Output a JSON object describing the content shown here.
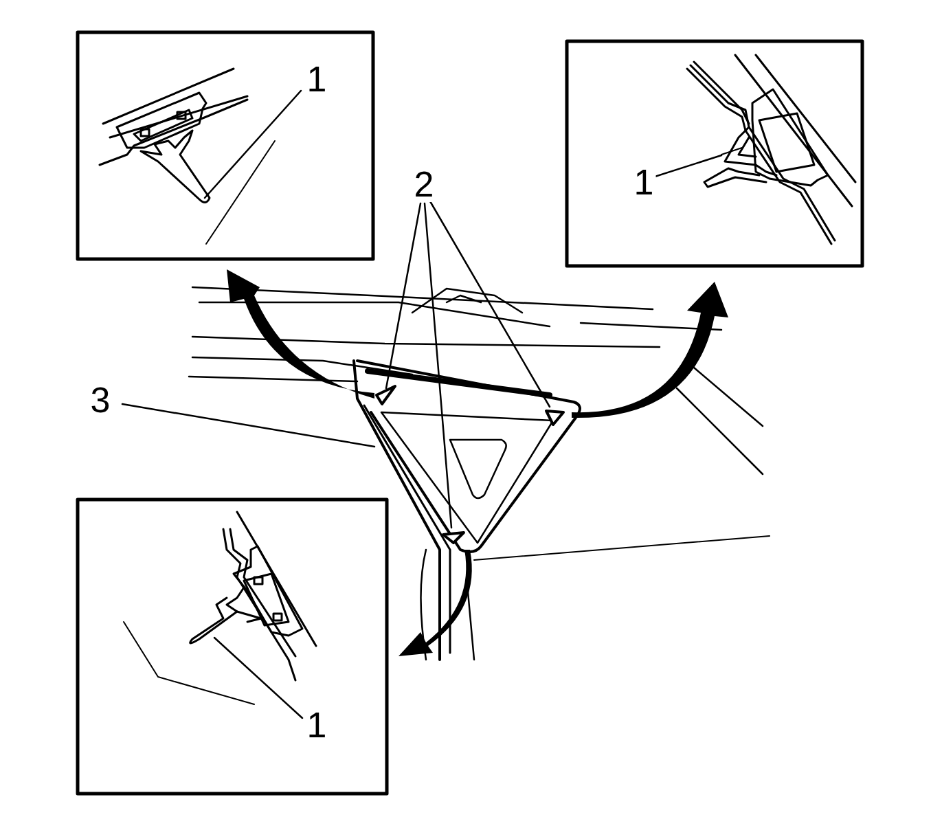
{
  "diagram": {
    "labels": [
      "1",
      "2",
      "1",
      "3",
      "1"
    ]
  }
}
